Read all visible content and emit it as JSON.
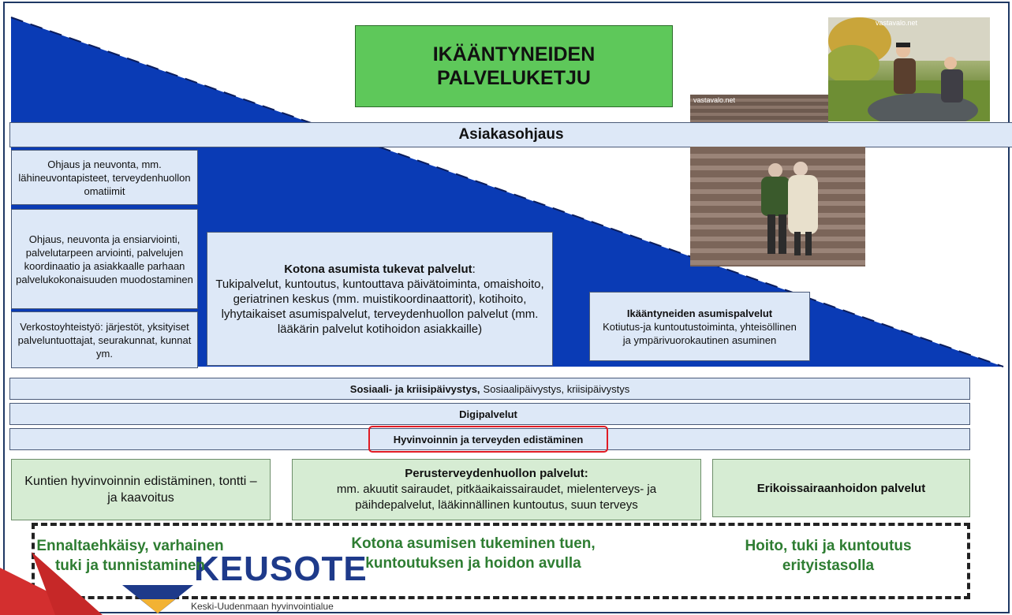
{
  "title": {
    "line1": "IKÄÄNTYNEIDEN",
    "line2": "PALVELUKETJU"
  },
  "band_asiakasohjaus": "Asiakasohjaus",
  "left_boxes": [
    {
      "text": "Ohjaus ja neuvonta, mm. lähineuvontapisteet, terveydenhuollon omatiimit"
    },
    {
      "text": "Ohjaus, neuvonta ja ensiarviointi, palvelutarpeen arviointi, palvelujen koordinaatio ja asiakkaalle parhaan palvelukokonaisuuden muodostaminen"
    },
    {
      "text": "Verkostoyhteistyö: järjestöt, yksityiset palveluntuottajat, seurakunnat, kunnat ym."
    }
  ],
  "home_services": {
    "heading": "Kotona asumista tukevat palvelut",
    "colon": ":",
    "body": "Tukipalvelut, kuntoutus, kuntouttava päivätoiminta, omaishoito, geriatrinen keskus (mm. muistikoordinaattorit), kotihoito, lyhytaikaiset asumispalvelut, terveydenhuollon palvelut (mm. lääkärin palvelut kotihoidon asiakkaille)"
  },
  "housing_services": {
    "heading": "Ikääntyneiden asumispalvelut",
    "body": "Kotiutus-ja kuntoutustoiminta, yhteisöllinen ja ympärivuorokautinen asuminen"
  },
  "strips": [
    {
      "bold": "Sosiaali- ja kriisipäivystys,",
      "rest": "Sosiaalipäivystys, kriisipäivystys"
    },
    {
      "bold": "Digipalvelut",
      "rest": ""
    },
    {
      "bold": "Hyvinvoinnin ja terveyden edistäminen",
      "rest": ""
    }
  ],
  "green_boxes": {
    "municipal": "Kuntien hyvinvoinnin edistäminen, tontti –ja kaavoitus",
    "primary_heading": "Perusterveydenhuollon palvelut:",
    "primary_body": "mm. akuutit sairaudet, pitkäaikaissairaudet, mielenterveys- ja päihdepalvelut, lääkinnällinen kuntoutus, suun terveys",
    "specialized": "Erikoissairaanhoidon palvelut"
  },
  "footer": {
    "left": "Ennaltaehkäisy, varhainen tuki ja tunnistaminen",
    "center": "Kotona asumisen tukeminen tuen, kuntoutuksen ja hoidon avulla",
    "right": "Hoito, tuki ja kuntoutus erityistasolla"
  },
  "logo": {
    "wordmark": "KEUSOTE",
    "subtitle": "Keski-Uudenmaan hyvinvointialue"
  },
  "photos": {
    "top_credit": "vastavalo.net",
    "middle_credit": "vastavalo.net"
  },
  "colors": {
    "triangle": "#0a3bb5",
    "highlight": "#e01b24",
    "title_green": "#5ec85a",
    "footer_text": "#2e7d32",
    "logo_red": "#d32f2f"
  }
}
